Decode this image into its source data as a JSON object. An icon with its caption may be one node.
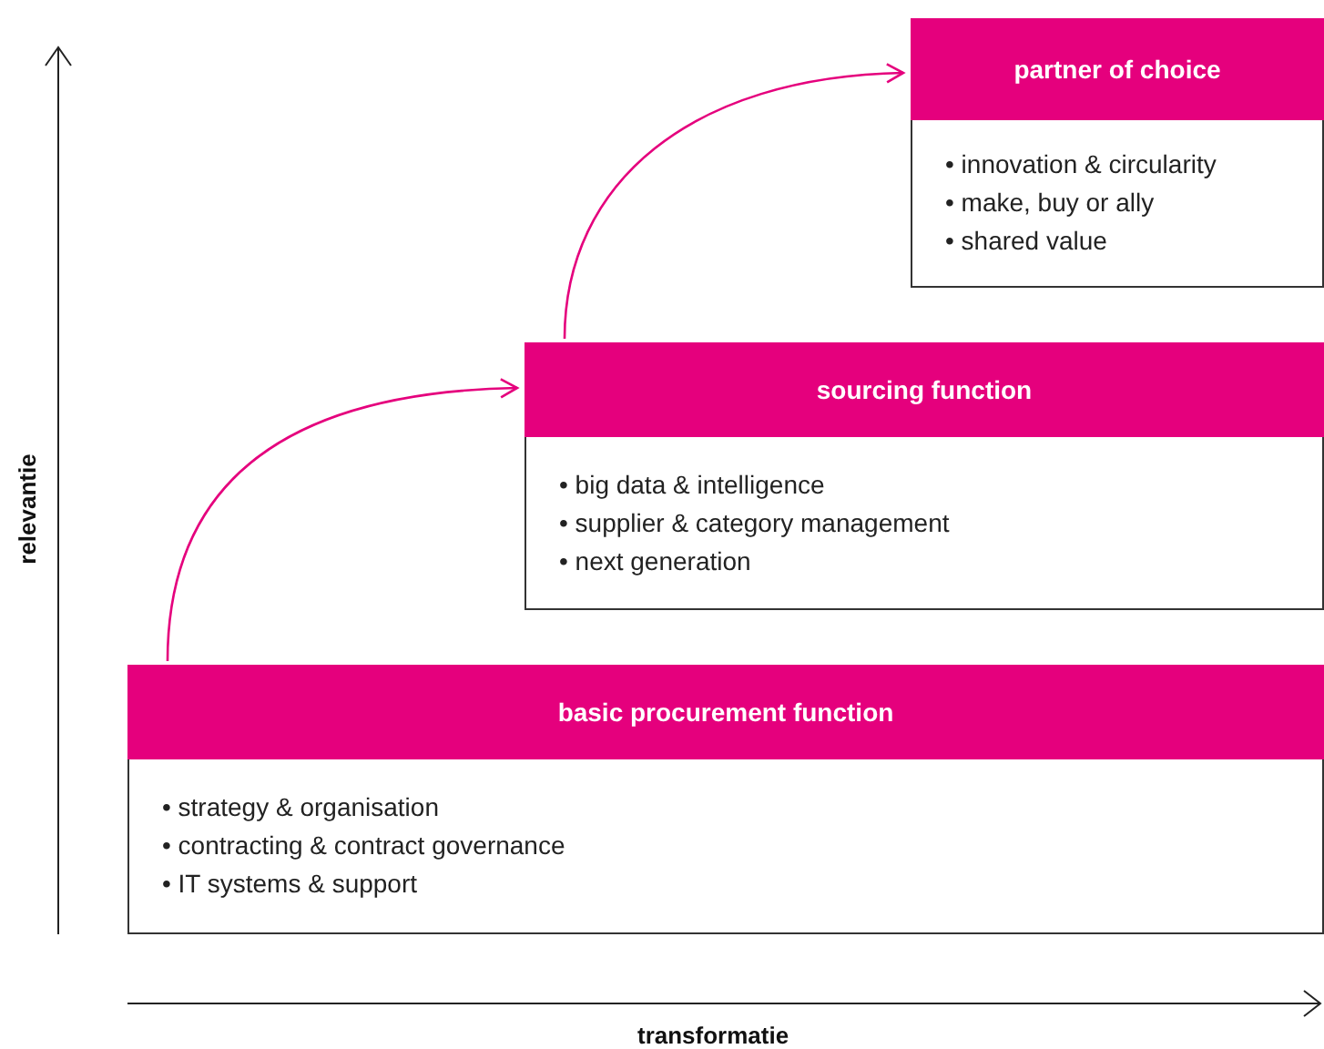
{
  "diagram": {
    "nodes": [
      {
        "text": [
          "partner of choice",
          "• innovation & circularity",
          "• make, buy or ally",
          "• shared value"
        ]
      },
      {
        "text": [
          "sourcing function",
          "• big data & intelligence",
          "• supplier & category management",
          "• next generation"
        ]
      },
      {
        "text": [
          "basic procurement function",
          "• strategy & organisation",
          "• contracting & contract governance",
          "• IT systems & support"
        ]
      }
    ],
    "edges": [
      {
        "from": 2,
        "to": 1,
        "arrow": "to"
      },
      {
        "from": 1,
        "to": 0,
        "arrow": "to"
      }
    ],
    "labels": [
      "relevantie",
      "transformatie"
    ]
  }
}
